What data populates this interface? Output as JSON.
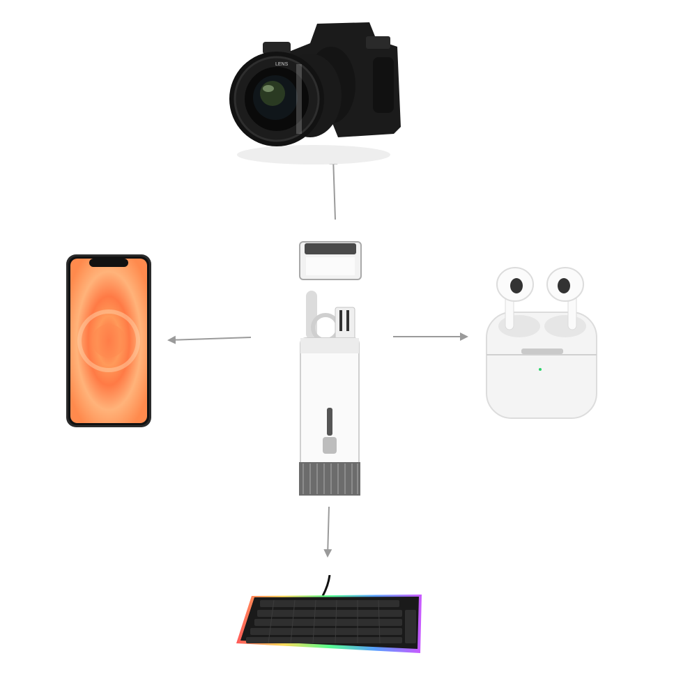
{
  "scene": {
    "background": "#ffffff",
    "arrow_color": "#9a9a9a"
  },
  "center_device": {
    "icon": "cleaning-kit-icon"
  },
  "devices": [
    {
      "name": "camera",
      "icon": "camera-icon",
      "lens_text": "LENS"
    },
    {
      "name": "phone",
      "icon": "smartphone-icon"
    },
    {
      "name": "earbuds",
      "icon": "earbuds-case-icon"
    },
    {
      "name": "keyboard",
      "icon": "keyboard-icon"
    }
  ],
  "arrows": [
    {
      "direction": "up",
      "target": "camera"
    },
    {
      "direction": "left",
      "target": "phone"
    },
    {
      "direction": "right",
      "target": "earbuds"
    },
    {
      "direction": "down",
      "target": "keyboard"
    }
  ]
}
